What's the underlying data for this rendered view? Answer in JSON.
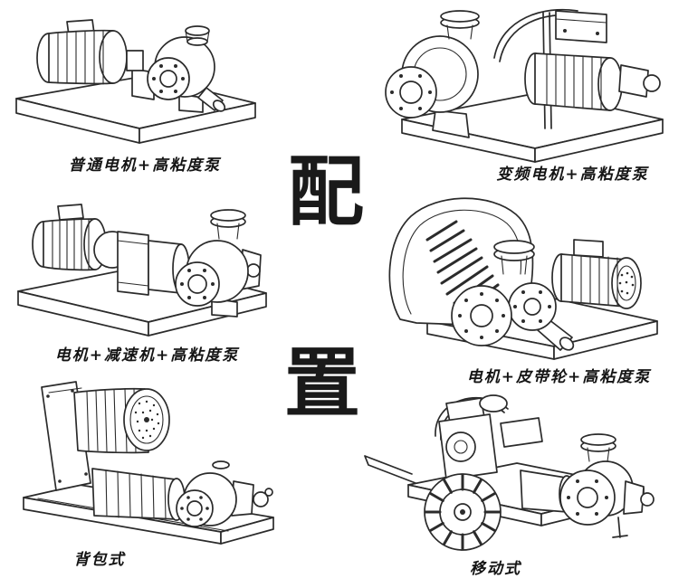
{
  "page": {
    "background": "#ffffff",
    "ink_color": "#2b2b2b"
  },
  "center_title": {
    "top_char": "配",
    "bottom_char": "置"
  },
  "figures": [
    {
      "id": "standard-motor-pump",
      "label": "普通电机+高粘度泵"
    },
    {
      "id": "vfd-motor-pump",
      "label": "变频电机+高粘度泵"
    },
    {
      "id": "motor-reducer-pump",
      "label": "电机+减速机+高粘度泵"
    },
    {
      "id": "motor-belt-pump",
      "label": "电机+皮带轮+高粘度泵"
    },
    {
      "id": "backpack-type",
      "label": "背包式"
    },
    {
      "id": "mobile-type",
      "label": "移动式"
    }
  ]
}
